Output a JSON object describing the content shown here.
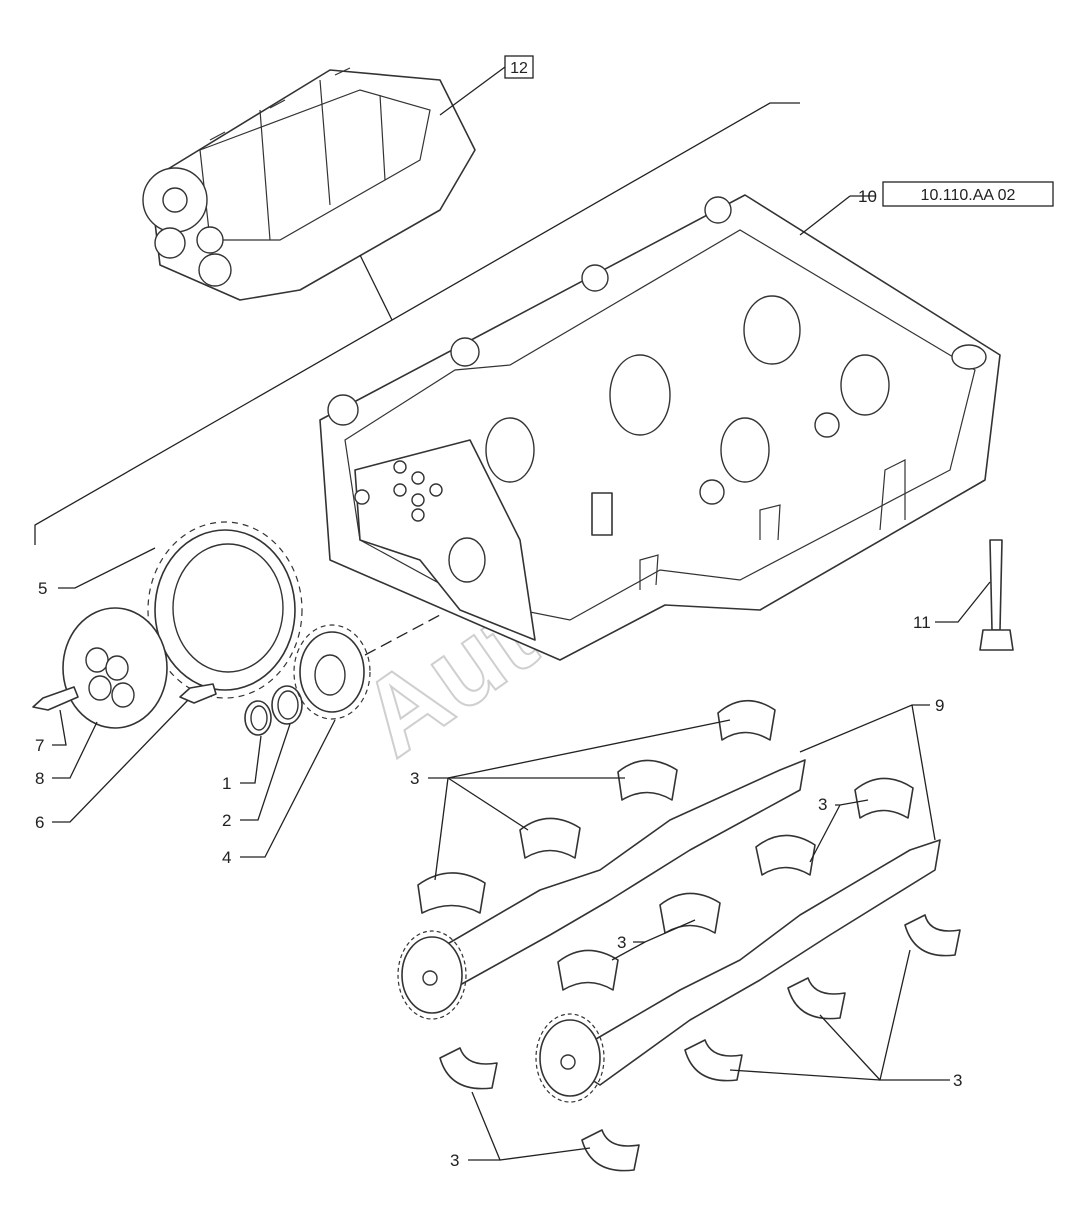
{
  "callouts": {
    "c1": "1",
    "c2": "2",
    "c3": "3",
    "c4": "4",
    "c5": "5",
    "c6": "6",
    "c7": "7",
    "c8": "8",
    "c9": "9",
    "c10": "10",
    "c11": "11"
  },
  "boxed_refs": {
    "ref12": "12",
    "ref10": "10.110.AA 02"
  },
  "watermark": "AutoSoft",
  "colors": {
    "line": "#333333",
    "background": "#ffffff",
    "watermark": "#cfcfcf"
  }
}
